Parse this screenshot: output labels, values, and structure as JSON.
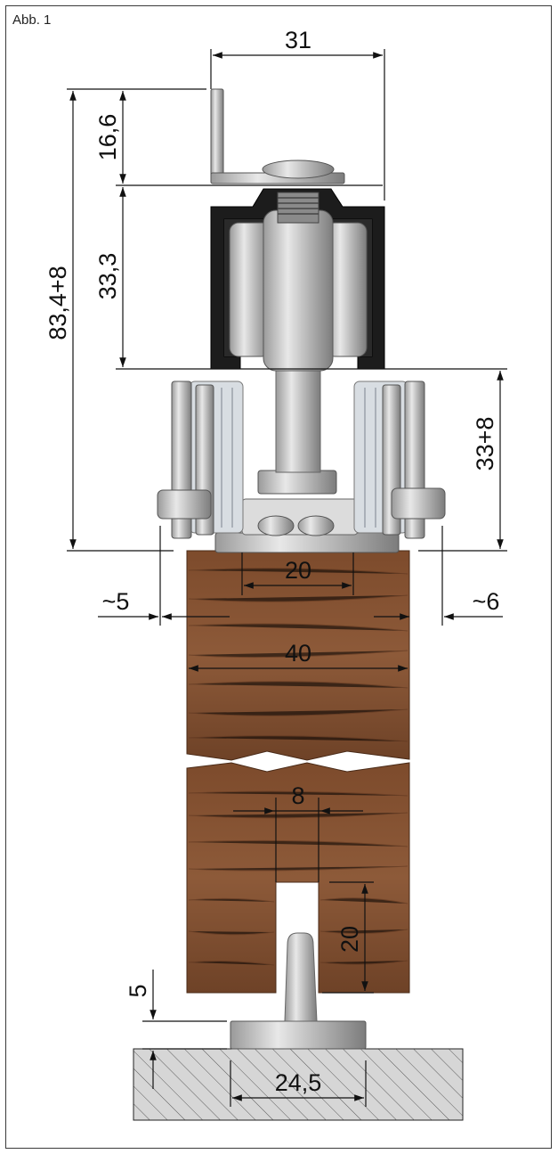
{
  "figure_label": "Abb. 1",
  "colors": {
    "wood": "#7a4a2e",
    "wood_dark": "#5a331d",
    "wood_light": "#9a6444",
    "rail": "#1c1c1c",
    "metal": "#c8c8c8",
    "metal_dark": "#8a8a8a",
    "floor": "#d4d4d4",
    "line": "#111111"
  },
  "dimensions": {
    "rail_width": "31",
    "bracket_height": "16,6",
    "rail_height": "33,3",
    "total_height": "83,4+8",
    "carriage_height": "33+8",
    "plate_width": "20",
    "left_offset": "~5",
    "right_offset": "~6",
    "door_thickness": "40",
    "groove_width": "8",
    "groove_depth": "20",
    "floor_gap": "5",
    "guide_width": "24,5"
  }
}
